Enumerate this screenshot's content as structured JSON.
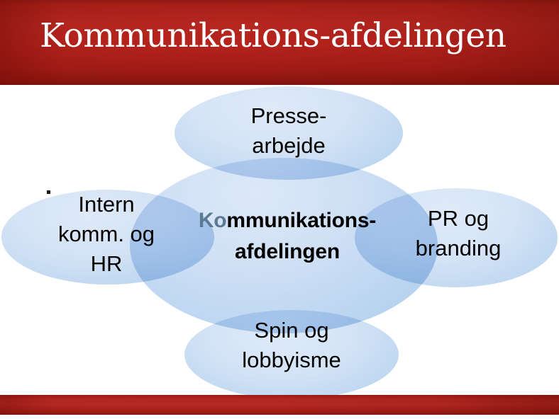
{
  "slide": {
    "title": "Kommunikations-afdelingen",
    "accent_color": "#b5231c",
    "banner_dark_color": "#7d120e",
    "bubble_color": "#cfe0f5",
    "bubble_overlap_color": "#accbea",
    "text_color": "#000000",
    "center_faded_color": "#5c7a93"
  },
  "diagram": {
    "type": "venn",
    "center": {
      "label_prefix": "Ko",
      "label_rest": "mmunikations-\nafdelingen",
      "label_full": "Kommunikations-afdelingen"
    },
    "petals": [
      {
        "id": "presse",
        "position": "top",
        "label": "Presse-\narbejde"
      },
      {
        "id": "intern",
        "position": "left",
        "label": "Intern\nkomm. og\nHR"
      },
      {
        "id": "pr",
        "position": "right",
        "label": "PR og\nbranding"
      },
      {
        "id": "spin",
        "position": "bottom",
        "label": "Spin og\nlobbyisme"
      }
    ]
  }
}
